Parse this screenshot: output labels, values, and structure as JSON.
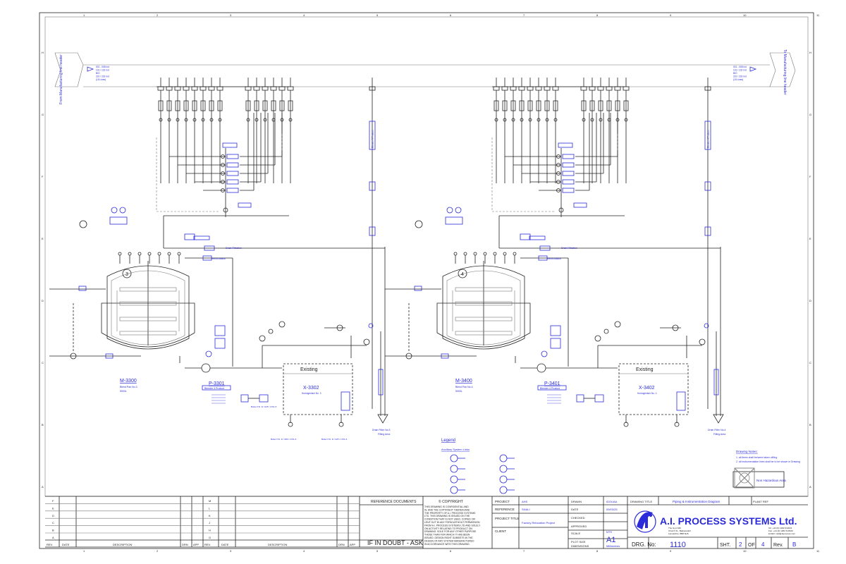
{
  "border": {
    "col_numbers": [
      "1",
      "2",
      "3",
      "4",
      "5",
      "6",
      "7",
      "8",
      "9",
      "10",
      "11"
    ],
    "row_letters": [
      "H",
      "G",
      "F",
      "E",
      "D",
      "C",
      "B",
      "A"
    ]
  },
  "header": {
    "left_text": "From Manufacturing line header",
    "right_text": "To Manufacturing line header",
    "left_note": [
      "001 - 008 Ind",
      "101 / 102 Ind",
      "BIO",
      "201 / 202 Ind",
      "(15 Lines)"
    ],
    "right_note": [
      "001 - 008 Ind",
      "101 / 102 Ind",
      "BIO",
      "201 / 202 Ind",
      "(15 Lines)"
    ]
  },
  "units": [
    {
      "vessel_number": "3",
      "mixer_tag": "M-3300",
      "mixer_desc": "Blend Pan No.3",
      "mixer_cap": "5000L",
      "pump_tag": "P-3301",
      "pump_label": "Blender 3 Product",
      "existing_label": "Existing",
      "homog_tag": "X-3302",
      "homog_desc": "Homogeniser No. 3",
      "drain_label": "Drain Filter No.3",
      "filling_label": "Filling Area",
      "recirc_label": "Recirculation",
      "drain_filt_label": "Drain Filtration",
      "boiler_1": "Boiler P.D. D / 025 / 1701-5",
      "boiler_2": "Boiler P.D. D / 080 / 1701-5",
      "boiler_3": "Boiler P.D. D / 025 / 1701-5",
      "product_line": "Blender 3 Product"
    },
    {
      "vessel_number": "4",
      "mixer_tag": "M-3400",
      "mixer_desc": "Blend Pan No.4",
      "mixer_cap": "5000L",
      "pump_tag": "P-3401",
      "pump_label": "Blender 4 Product",
      "existing_label": "Existing",
      "homog_tag": "X-3402",
      "homog_desc": "Homogeniser No. 4",
      "drain_label": "Drain Filter No.4",
      "filling_label": "Filling Area",
      "recirc_label": "Recirculation",
      "drain_filt_label": "Drain Filtration",
      "product_line": "Blender 4 Product"
    }
  ],
  "legend": {
    "title": "Legend",
    "subtitle": "Ancillary System Links"
  },
  "notes": {
    "title": "Drawing Notes:",
    "lines": [
      "1. all items shall be/were taken off/ing",
      "2. all instrumentation lines shall be to be shown in Drawing"
    ]
  },
  "hazard_label": "Non Hazardous Area",
  "revision_table": {
    "rows_left": [
      "F",
      "E",
      "D",
      "C",
      "B",
      "A"
    ],
    "rows_right": [
      "M",
      "L",
      "K",
      "J",
      "H",
      "G"
    ],
    "headers": [
      "REV.",
      "DATE",
      "DESCRIPTION",
      "DRN",
      "APP"
    ]
  },
  "title_block": {
    "ref_docs": "REFERENCE DOCUMENTS",
    "if_in_doubt": "IF IN DOUBT - ASK",
    "copyright_title": "© COPYRIGHT",
    "copyright_text": [
      "THIS DRAWING IS CONFIDENTIAL AND",
      "IS, AND THE COPYRIGHT THEREIN ARE",
      "THE PROPERTY OF A.I. PROCESS SYSTEMS",
      "LTD. THIS DRAWING IS ISSUED ON THE",
      "CONDITION THAT IS NOT USED, COPIED OR",
      "LENT OUT IN ANY FORM WITHOUT PERMISSION",
      "FROM A.I. PROCESS SYSTEMS LTD AND SOLELY",
      "ON ACTIVITY RELATING TO PRODUCT ON",
      "DRAWING. SOLE FOR ANY OTHER PURPOSE",
      "THOSE THAN FOR WHICH IT HAS BEEN",
      "ISSUED. DESIGN RIGHT SUBSISTS IN THE",
      "DESIGN OF ANY SYSTEM MANUFACTURED",
      "IN ACCORDANCE WITH THIS DRAWING."
    ],
    "project_label": "PROJECT",
    "project_value": "AHS",
    "reference_label": "REFERENCE",
    "reference_value": "SHALI",
    "project_title_label": "PROJECT TITLE",
    "project_title_value": "Factory Relocation Project",
    "client_label": "CLIENT",
    "drawn_label": "DRAWN",
    "drawn_value": "IDOUAA",
    "date_label": "DATE",
    "date_value": "09/03/25",
    "checked_label": "CHECKED",
    "approved_label": "APPROVED",
    "scale_label": "SCALE",
    "scale_value": "NTS",
    "plot_size_label": "PLOT SIZE",
    "plot_size_value": "A1",
    "dimensions_label": "DIMENSIONS",
    "dimensions_value": "Millimetres",
    "drawing_title_label": "DRAWING TITLE",
    "drawing_title_value": "Piping & Instrumentation Diagram",
    "plant_ref_label": "PLANT REF",
    "company": "A.I. PROCESS SYSTEMS Ltd.",
    "address": [
      "The Gym Mill",
      "Church St., Barkwardoll",
      "Lancashire. BB8 6HS"
    ],
    "contact": [
      "Tel: +44 (0) 1282 612931",
      "Fax: +44 (0) 1282 613940",
      "E-Mail: mail@aiprocess.com"
    ],
    "drg_no_label": "DRG. No:",
    "drg_no_value": "1110",
    "sht_label": "SHT.",
    "sht_value": "2",
    "of_label": "OF",
    "of_value": "4",
    "rev_label": "Rev.",
    "rev_value": "B"
  }
}
